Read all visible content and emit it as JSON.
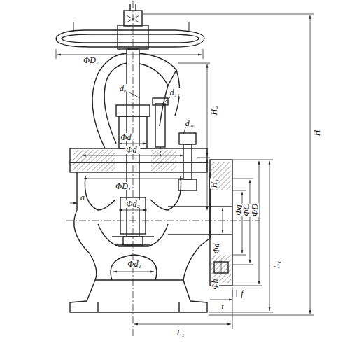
{
  "diagram": {
    "labels": [
      "ΦD₂",
      "d₁₁",
      "d₆",
      "H₄",
      "Φd₇",
      "Φd₄",
      "d₁₀",
      "ΦD₁",
      "H₁",
      "a",
      "Φd₂",
      "Φd",
      "Φg",
      "ΦC",
      "ΦD",
      "Φd₁",
      "Φh",
      "f",
      "t",
      "L₁",
      "L₁",
      "H"
    ]
  }
}
